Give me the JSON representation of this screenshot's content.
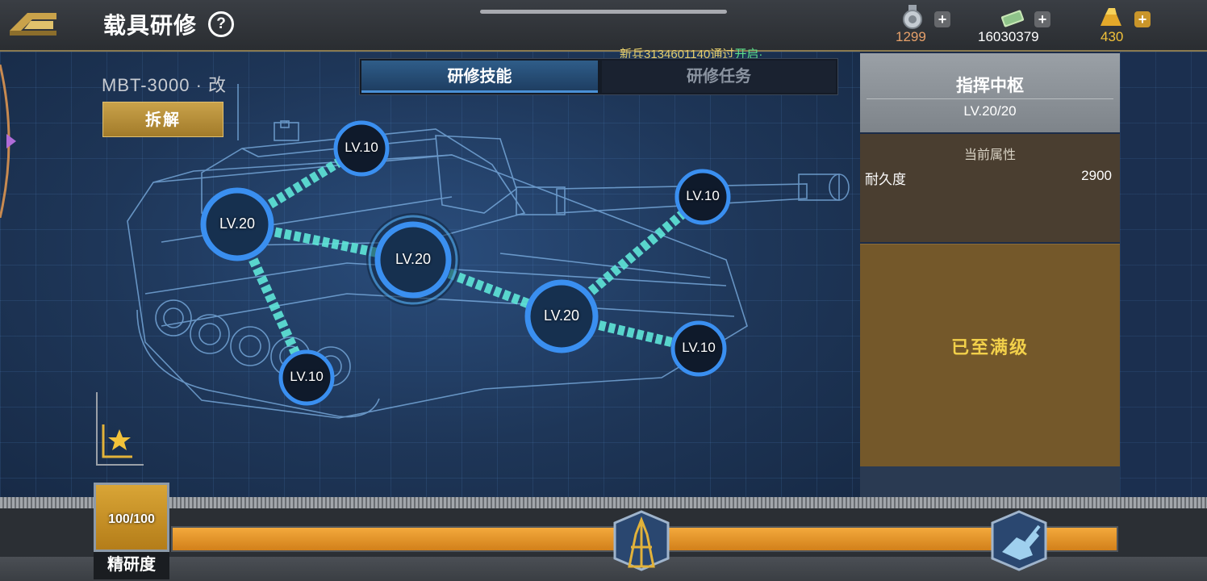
{
  "header": {
    "title": "载具研修",
    "help_glyph": "?",
    "resources": [
      {
        "name": "medal",
        "icon": "medal-icon",
        "value": "1299",
        "color": "#e6a06a"
      },
      {
        "name": "cash",
        "icon": "cash-icon",
        "value": "16030379",
        "color": "#ffffff"
      },
      {
        "name": "gold",
        "icon": "gold-bar-icon",
        "value": "430",
        "color": "#f2c23a"
      }
    ],
    "plus_glyph": "+"
  },
  "announcement": {
    "prefix": "新兵3134601140",
    "middle": "通过",
    "suffix": "开启·"
  },
  "vehicle": {
    "name": "MBT-3000 · 改",
    "dismantle_label": "拆解"
  },
  "tabs": {
    "active": "研修技能",
    "inactive": "研修任务"
  },
  "skill_tree": {
    "nodes": [
      {
        "id": "n1",
        "level": "LV.10"
      },
      {
        "id": "n2",
        "level": "LV.20"
      },
      {
        "id": "n3",
        "level": "LV.20"
      },
      {
        "id": "n4",
        "level": "LV.10"
      },
      {
        "id": "n5",
        "level": "LV.20"
      },
      {
        "id": "n6",
        "level": "LV.10"
      },
      {
        "id": "n7",
        "level": "LV.10"
      }
    ]
  },
  "panel": {
    "title": "指挥中枢",
    "level": "LV.20/20",
    "attr_title": "当前属性",
    "attr_name": "耐久度",
    "attr_value": "2900",
    "status": "已至满级"
  },
  "precision": {
    "value": "100/100",
    "label": "精研度",
    "progress": 1.0
  },
  "colors": {
    "accent_blue": "#4a90d6",
    "link_cyan": "#5fe6d8",
    "gold": "#f2d04a",
    "progress": "#e8952a"
  }
}
